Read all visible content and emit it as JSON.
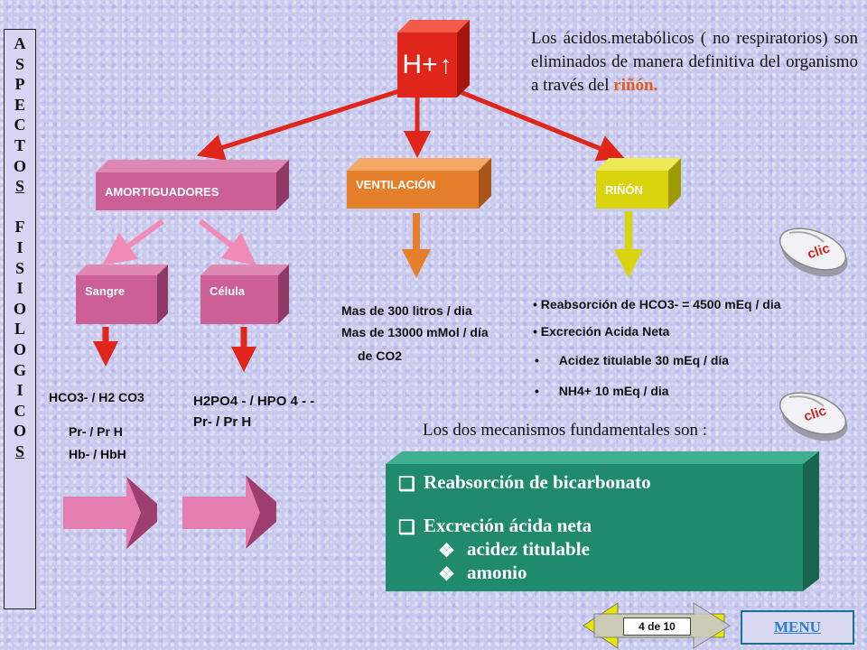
{
  "sidebar": {
    "letters": [
      "A",
      "S",
      "P",
      "E",
      "C",
      "T",
      "O",
      "S",
      "",
      "F",
      "I",
      "S",
      "I",
      "O",
      "L",
      "O",
      "G",
      "I",
      "C",
      "O",
      "S"
    ]
  },
  "hplus": {
    "label": "H+"
  },
  "description": {
    "text_before": "Los ácidos.metabólicos ( no respiratorios) son eliminados de manera definitiva del organismo a través del ",
    "highlight": "riñón.",
    "highlight_color": "#e35b1f"
  },
  "boxes": {
    "amortiguadores": "AMORTIGUADORES",
    "ventilacion": "VENTILACIÓN",
    "rinon": "RIÑÓN",
    "sangre": "Sangre",
    "celula": "Célula"
  },
  "buffers": {
    "sangre_line1": "HCO3- / H2 CO3",
    "sangre_line2": "Pr- / Pr H",
    "sangre_line3": "Hb- / HbH",
    "celula_line1": "H2PO4 - / HPO 4 - -",
    "celula_line2": "Pr- / Pr H"
  },
  "ventilation_text": {
    "line1": "Mas de 300 litros / dia",
    "line2": "Mas de 13000 mMol / día",
    "line3": "de CO2"
  },
  "kidney_list": {
    "item1": "• Reabsorción de HCO3- = 4500 mEq / dia",
    "item2": "• Excreción Acida Neta",
    "item3": "Acidez titulable 30 mEq / día",
    "item4": "NH4+ 10 mEq / dia"
  },
  "mechanisms": {
    "heading": "Los dos mecanismos fundamentales son :",
    "item1": "Reabsorción de bicarbonato",
    "item2": "Excreción ácida neta",
    "sub1": "acidez titulable",
    "sub2": "amonio"
  },
  "mouse_buttons": {
    "label1": "clic",
    "label2": "clic"
  },
  "nav": {
    "pager": "4 de 10",
    "menu": "MENU"
  },
  "colors": {
    "red": "#e0261b",
    "pink": "#cc5f95",
    "orange": "#e57f2c",
    "yellow": "#d9d40e",
    "green": "#1f8a6d"
  }
}
